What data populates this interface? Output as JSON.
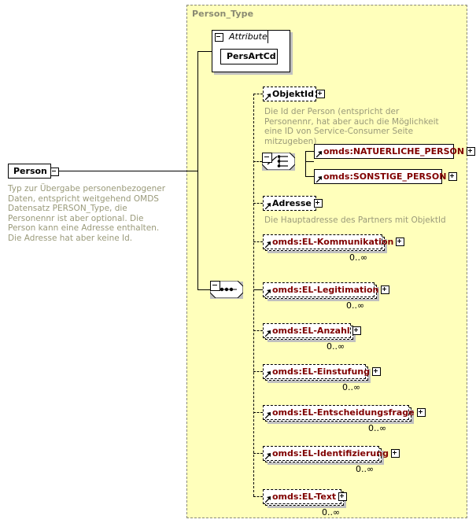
{
  "diagram": {
    "kind": "xsd-schema-diagram",
    "background_color": "#ffffbb",
    "ref_text_color": "#800000",
    "doc_text_color": "#9a9a7a"
  },
  "root": {
    "name": "Person",
    "expander": "minus",
    "documentation": "Typ zur Übergabe personenbezogener Daten, entspricht weitgehend OMDS Datensatz PERSON_Type, die Personennr ist aber optional. Die Person kann eine Adresse enthalten. Die Adresse hat aber keine Id."
  },
  "type_container": {
    "label": "Person_Type"
  },
  "attribute_group": {
    "label": "Attribute",
    "expander": "minus",
    "attributes": [
      {
        "name": "PersArtCd"
      }
    ]
  },
  "sequence": {
    "icon": "sequence-icon",
    "expander": "minus"
  },
  "choice": {
    "icon": "choice-icon",
    "expander": "minus",
    "options": [
      {
        "name": "omds:NATUERLICHE_PERSON",
        "expander": "plus"
      },
      {
        "name": "omds:SONSTIGE_PERSON",
        "expander": "plus"
      }
    ]
  },
  "elements": [
    {
      "name": "ObjektId",
      "expander": "plus",
      "optional": true,
      "repeating": false,
      "occurs": "",
      "documentation": "Die Id der Person (entspricht der Personennr, hat aber auch die Möglichkeit eine ID von Service-Consumer Seite mitzugeben)"
    },
    {
      "name": "Adresse",
      "expander": "plus",
      "optional": true,
      "repeating": false,
      "occurs": "",
      "documentation": "Die Hauptadresse des Partners mit ObjektId"
    },
    {
      "name": "omds:EL-Kommunikation",
      "expander": "plus",
      "optional": true,
      "repeating": true,
      "occurs": "0..∞",
      "documentation": ""
    },
    {
      "name": "omds:EL-Legitimation",
      "expander": "plus",
      "optional": true,
      "repeating": true,
      "occurs": "0..∞",
      "documentation": ""
    },
    {
      "name": "omds:EL-Anzahl",
      "expander": "plus",
      "optional": true,
      "repeating": true,
      "occurs": "0..∞",
      "documentation": ""
    },
    {
      "name": "omds:EL-Einstufung",
      "expander": "plus",
      "optional": true,
      "repeating": true,
      "occurs": "0..∞",
      "documentation": ""
    },
    {
      "name": "omds:EL-Entscheidungsfrage",
      "expander": "plus",
      "optional": true,
      "repeating": true,
      "occurs": "0..∞",
      "documentation": ""
    },
    {
      "name": "omds:EL-Identifizierung",
      "expander": "plus",
      "optional": true,
      "repeating": true,
      "occurs": "0..∞",
      "documentation": ""
    },
    {
      "name": "omds:EL-Text",
      "expander": "plus",
      "optional": true,
      "repeating": true,
      "occurs": "0..∞",
      "documentation": ""
    }
  ]
}
